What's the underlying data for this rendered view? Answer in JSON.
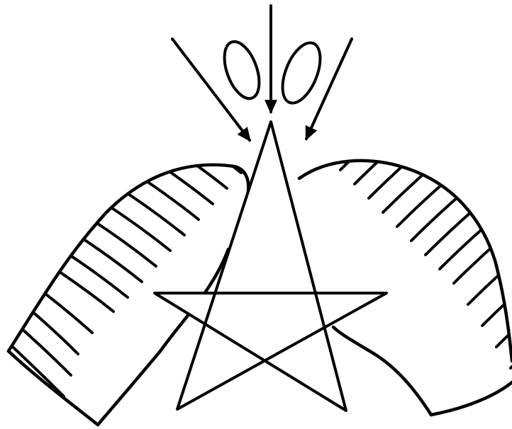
{
  "drawing": {
    "ink_color": "#000000",
    "background_color": "#ffffff",
    "elements": [
      "wing-left",
      "wing-right",
      "pentagram-star",
      "arrow-left",
      "arrow-center",
      "arrow-right",
      "oval-left",
      "oval-right"
    ]
  }
}
